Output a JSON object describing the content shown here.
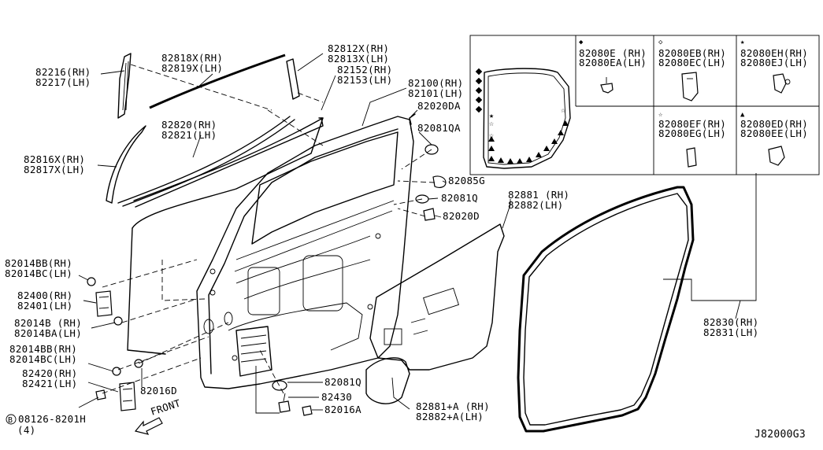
{
  "diagram_code": "J82000G3",
  "direction_label": "FRONT",
  "bolt": {
    "symbol": "B",
    "part": "08126-8201H",
    "qty": "(4)"
  },
  "labels": {
    "l82216": "82216(RH)",
    "l82217": "82217(LH)",
    "l82818": "82818X(RH)",
    "l82819": "82819X(LH)",
    "l82812": "82812X(RH)",
    "l82813": "82813X(LH)",
    "l82152": "82152(RH)",
    "l82153": "82153(LH)",
    "l82100": "82100(RH)",
    "l82101": "82101(LH)",
    "l82020DA": "82020DA",
    "l82081QA": "82081QA",
    "l82820": "82820(RH)",
    "l82821": "82821(LH)",
    "l82816": "82816X(RH)",
    "l82817": "82817X(LH)",
    "l82085G": "82085G",
    "l82081Q_a": "82081Q",
    "l82020D": "82020D",
    "l82881": "82881 (RH)",
    "l82882": "82882(LH)",
    "l82014BB_a": "82014BB(RH)",
    "l82014BC_a": "82014BC(LH)",
    "l82400": "82400(RH)",
    "l82401": "82401(LH)",
    "l82014B": "82014B (RH)",
    "l82014BA": "82014BA(LH)",
    "l82014BB_b": "82014BB(RH)",
    "l82014BC_b": "82014BC(LH)",
    "l82420": "82420(RH)",
    "l82421": "82421(LH)",
    "l82016D": "82016D",
    "l82081Q_b": "82081Q",
    "l82430": "82430",
    "l82016A": "82016A",
    "l82881A": "82881+A (RH)",
    "l82882A": "82882+A(LH)",
    "l82830": "82830(RH)",
    "l82831": "82831(LH)"
  },
  "clip_table": {
    "c1a": "82080E (RH)",
    "c1b": "82080EA(LH)",
    "c2a": "82080EB(RH)",
    "c2b": "82080EC(LH)",
    "c3a": "82080EH(RH)",
    "c3b": "82080EJ(LH)",
    "c4a": "82080EF(RH)",
    "c4b": "82080EG(LH)",
    "c5a": "82080ED(RH)",
    "c5b": "82080EE(LH)"
  }
}
